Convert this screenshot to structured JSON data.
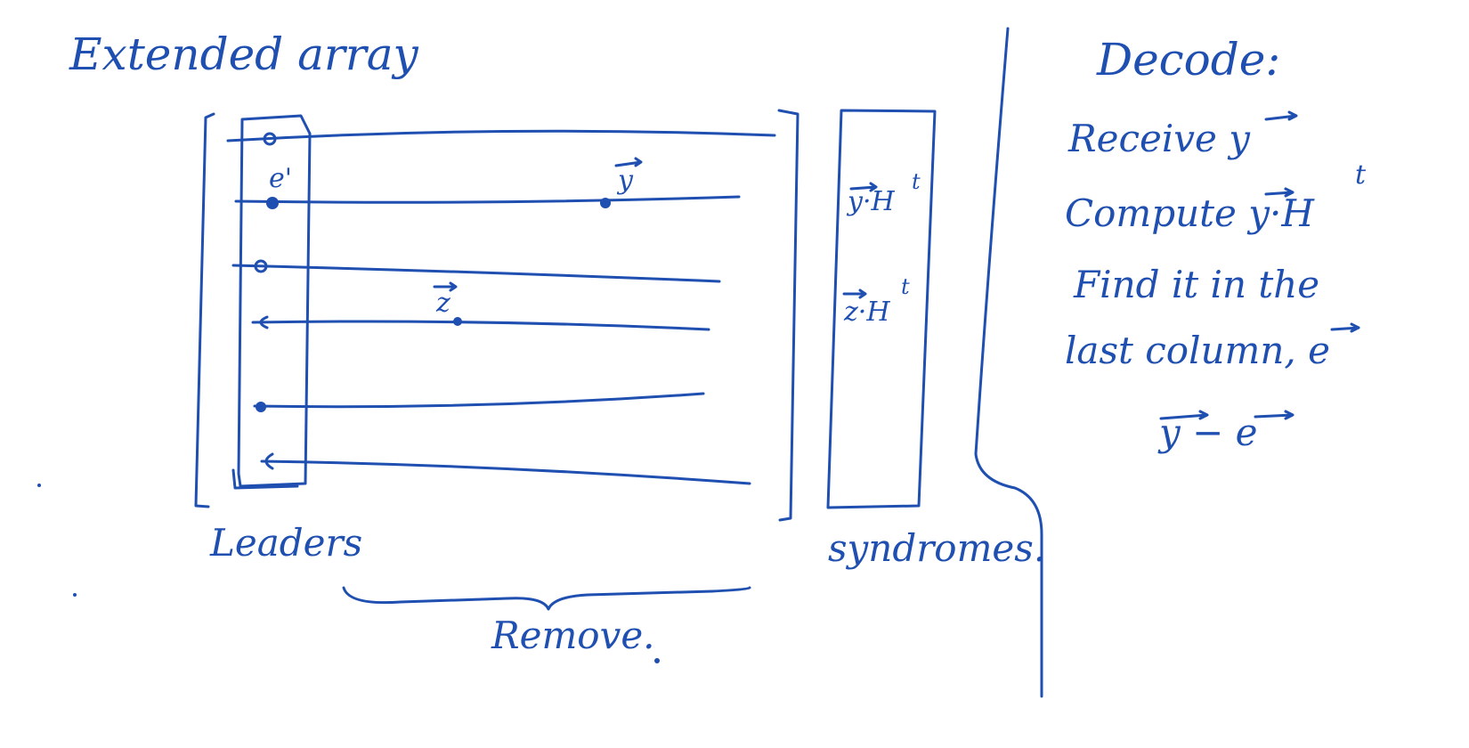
{
  "title": "Extended array",
  "labels": {
    "leaders": "Leaders",
    "syndromes": "syndromes.",
    "remove": "Remove.",
    "e_prime": "e'",
    "y": "y",
    "z": "z",
    "yH": "y·H",
    "zH": "z·H",
    "sup_t": "t"
  },
  "decode": {
    "heading": "Decode:",
    "lines": [
      "Receive y",
      "Compute y·H",
      "Find it in the",
      "last column, e",
      "y − e"
    ]
  },
  "colors": {
    "ink": "#1f4fb0",
    "paper": "#ffffff"
  }
}
